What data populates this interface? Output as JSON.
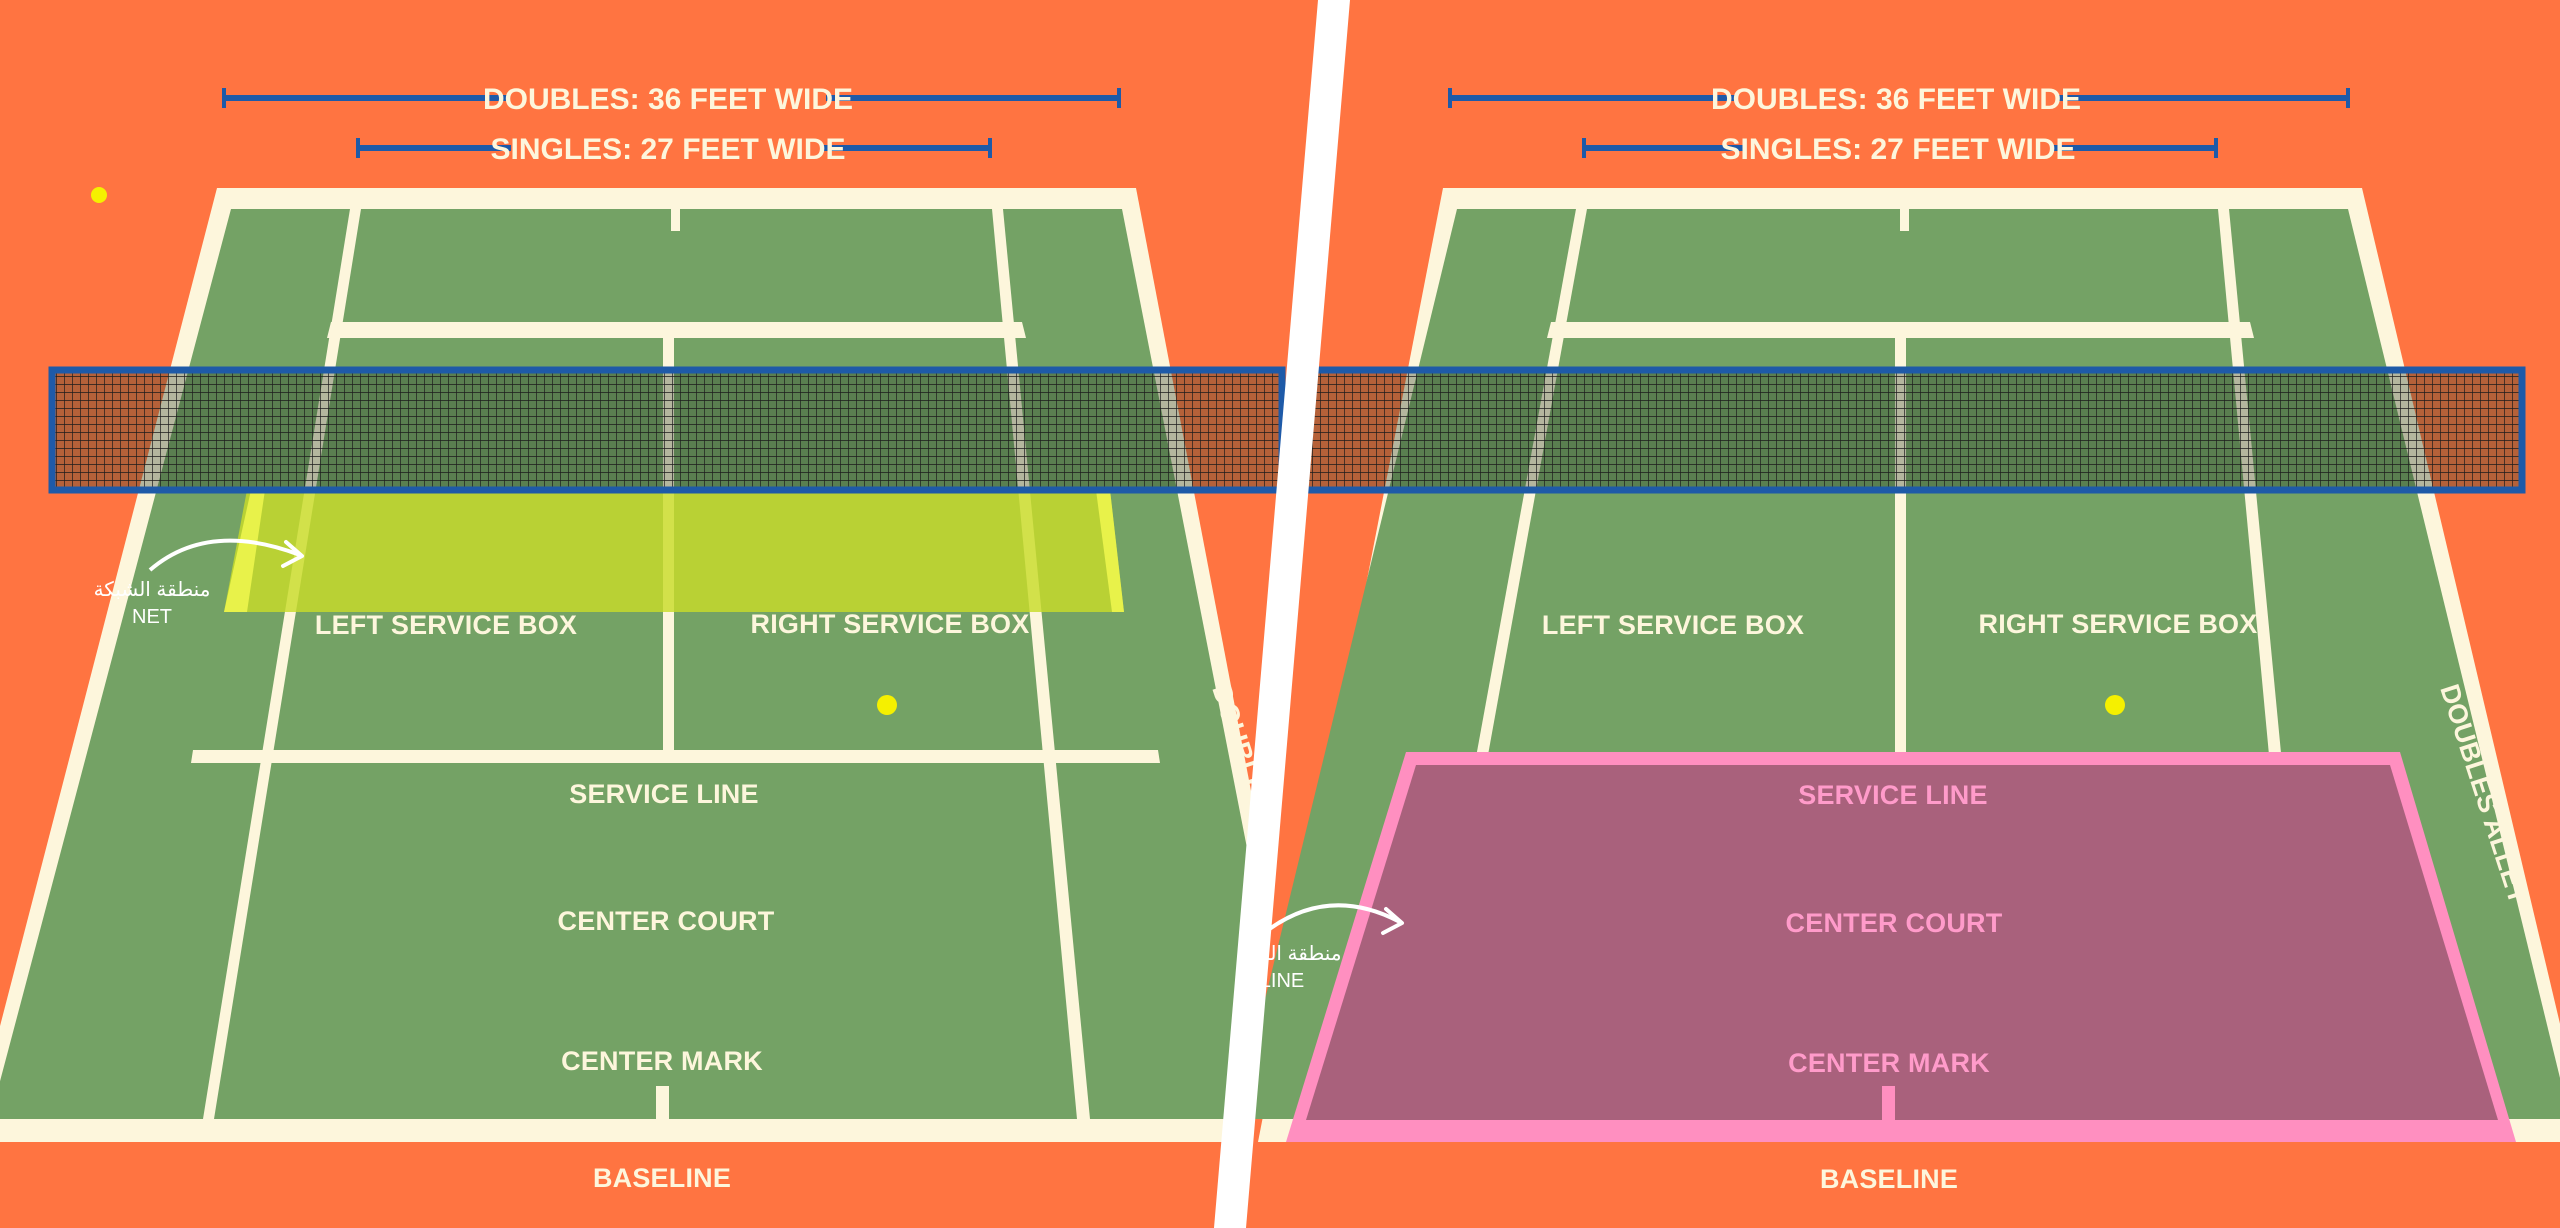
{
  "colors": {
    "background": "#FF7441",
    "court_green": "#74A265",
    "court_lines": "#FDF6DC",
    "net_frame": "#1E5AA8",
    "dimension_bars": "#1E5AA8",
    "net_highlight": "#C8DC2A",
    "center_court_highlight": "#FF8FC0",
    "highlight_text_pink": "#FF9BCA",
    "ball": "#F5F000",
    "divider": "#FFFFFF"
  },
  "left_panel": {
    "doubles_width": "DOUBLES: 36 FEET WIDE",
    "singles_width": "SINGLES: 27 FEET WIDE",
    "left_service_box": "LEFT SERVICE BOX",
    "right_service_box": "RIGHT SERVICE BOX",
    "doubles_alley": "DOUBLES ALLEY",
    "service_line": "SERVICE LINE",
    "center_court": "CENTER COURT",
    "center_mark": "CENTER MARK",
    "baseline": "BASELINE",
    "callout_arabic": "منطقة الشبكة",
    "callout_english": "NET",
    "highlighted_zone": "net"
  },
  "right_panel": {
    "doubles_width": "DOUBLES: 36 FEET WIDE",
    "singles_width": "SINGLES: 27 FEET WIDE",
    "left_service_box": "LEFT SERVICE BOX",
    "right_service_box": "RIGHT SERVICE BOX",
    "doubles_alley": "DOUBLES ALLEY",
    "service_line": "SERVICE LINE",
    "center_court": "CENTER COURT",
    "center_mark": "CENTER MARK",
    "baseline": "BASELINE",
    "callout_arabic": "منطقة الخط",
    "callout_english": "LINE",
    "highlighted_zone": "center court"
  },
  "icons": [
    "tennis-ball-icon",
    "curved-arrow-icon"
  ]
}
